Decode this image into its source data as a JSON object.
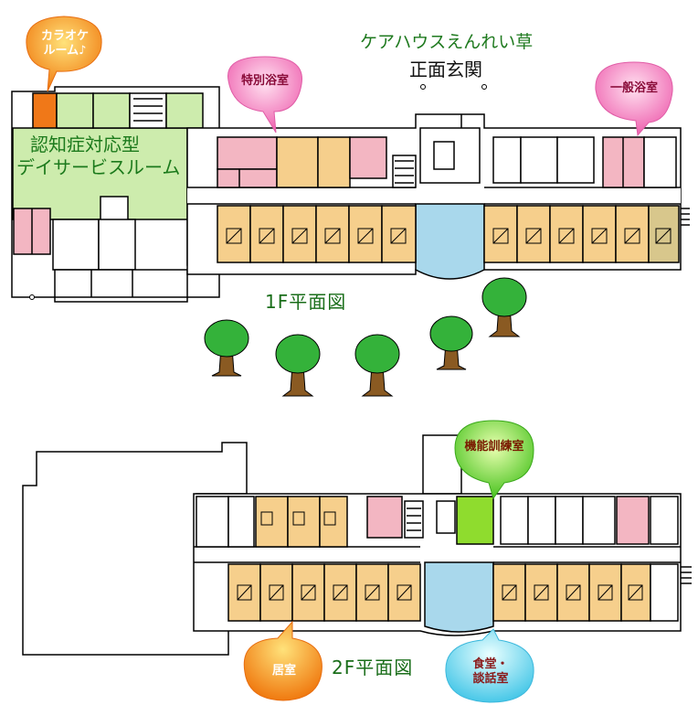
{
  "title": "ケアハウスえんれい草",
  "entrance": "正面玄関",
  "floor1": {
    "plan_label": "1F平面図",
    "daycare_line1": "認知症対応型",
    "daycare_line2": "デイサービスルーム"
  },
  "floor2": {
    "plan_label": "2F平面図"
  },
  "callouts": {
    "karaoke_line1": "カラオケ",
    "karaoke_line2": "ルーム♪",
    "special_bath": "特別浴室",
    "general_bath": "一般浴室",
    "training": "機能訓練室",
    "resident_room": "居室",
    "dining_line1": "食堂・",
    "dining_line2": "談話室"
  },
  "colors": {
    "room_orange": "#f6cf8c",
    "bath_pink": "#f3b6c2",
    "daycare_green": "#cdecad",
    "training_green": "#8fdc2e",
    "karaoke_orange": "#f07818",
    "dining_blue": "#a9d8ec",
    "tree_green": "#34b23a",
    "trunk_brown": "#8a5a22"
  }
}
